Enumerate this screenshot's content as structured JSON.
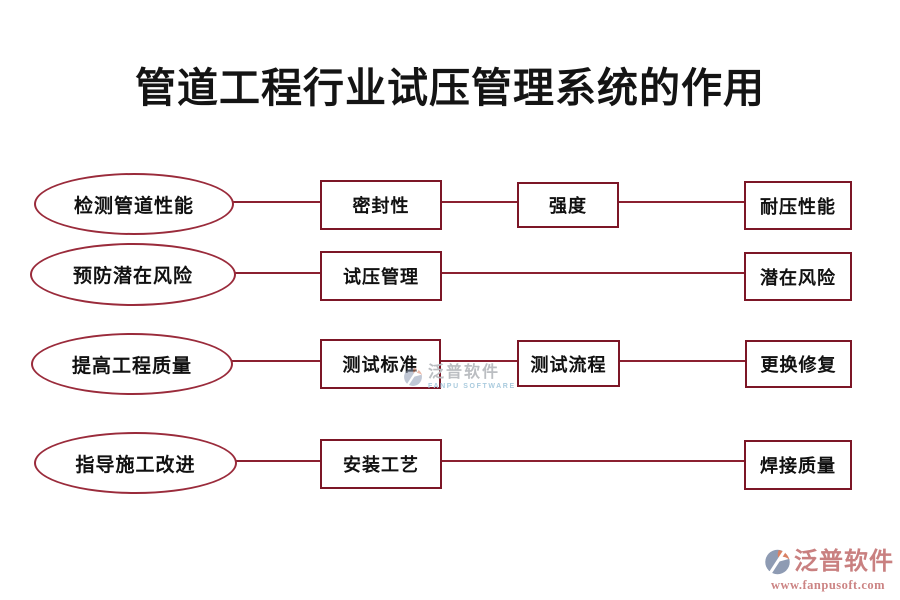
{
  "title": "管道工程行业试压管理系统的作用",
  "diagram": {
    "rows": [
      {
        "ellipse": "检测管道性能",
        "boxes": [
          "密封性",
          "强度",
          "耐压性能"
        ]
      },
      {
        "ellipse": "预防潜在风险",
        "boxes": [
          "试压管理",
          "潜在风险"
        ]
      },
      {
        "ellipse": "提高工程质量",
        "boxes": [
          "测试标准",
          "测试流程",
          "更换修复"
        ]
      },
      {
        "ellipse": "指导施工改进",
        "boxes": [
          "安装工艺",
          "焊接质量"
        ]
      }
    ]
  },
  "watermark": {
    "name": "泛普软件",
    "subtitle": "FANPU SOFTWARE"
  },
  "footer": {
    "brand": "泛普软件",
    "url": "www.fanpusoft.com"
  },
  "colors": {
    "ellipse_border": "#9A2B3B",
    "box_border": "#7C1626",
    "connector": "#8B2030",
    "footer_brand": "#C98080",
    "footer_url": "#CC8484",
    "watermark_text": "#BBBEC2",
    "watermark_subtext": "#AACBDE",
    "logo_gray": "#8E9BB3",
    "logo_orange": "#D98163"
  }
}
